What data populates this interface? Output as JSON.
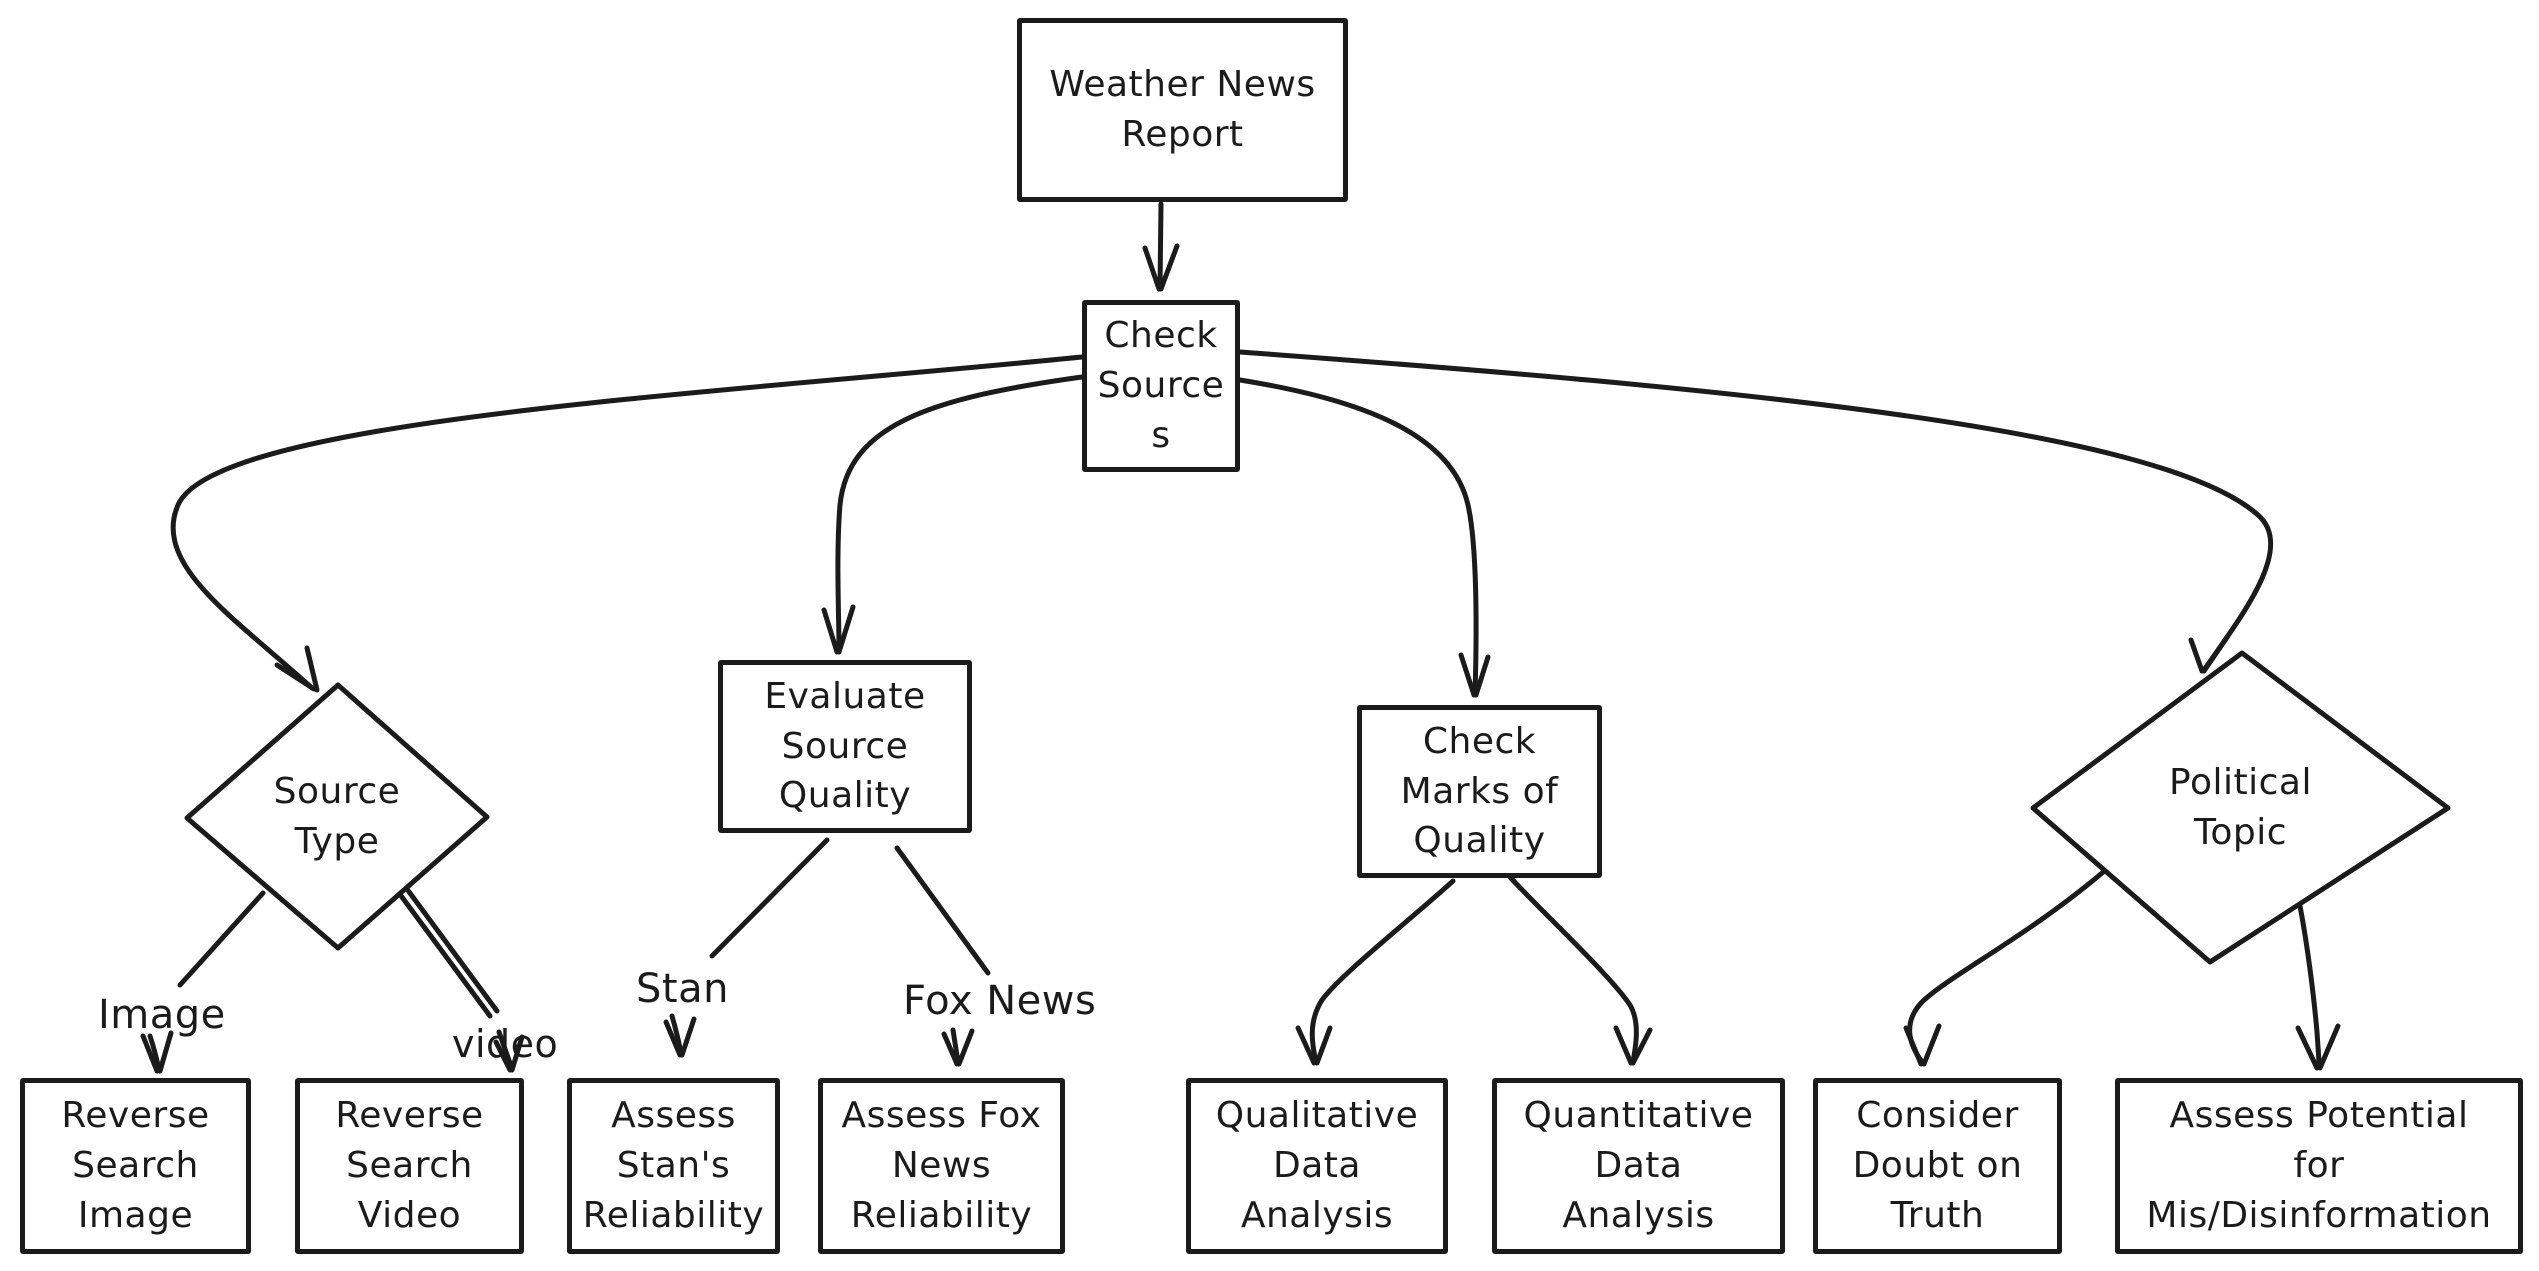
{
  "diagram": {
    "background_color": "#ffffff",
    "stroke_color": "#1b1b1b",
    "nodes": {
      "weather_news_report": {
        "shape": "rectangle",
        "label": [
          "Weather News",
          "Report"
        ]
      },
      "check_sources": {
        "shape": "rectangle",
        "label": [
          "Check",
          "Source",
          "s"
        ]
      },
      "source_type": {
        "shape": "diamond",
        "label": [
          "Source",
          "Type"
        ]
      },
      "evaluate_source_quality": {
        "shape": "rectangle",
        "label": [
          "Evaluate",
          "Source",
          "Quality"
        ]
      },
      "check_marks_of_quality": {
        "shape": "rectangle",
        "label": [
          "Check",
          "Marks of",
          "Quality"
        ]
      },
      "political_topic": {
        "shape": "diamond",
        "label": [
          "Political",
          "Topic"
        ]
      },
      "reverse_search_image": {
        "shape": "rectangle",
        "label": [
          "Reverse",
          "Search",
          "Image"
        ]
      },
      "reverse_search_video": {
        "shape": "rectangle",
        "label": [
          "Reverse",
          "Search",
          "Video"
        ]
      },
      "assess_stans_reliability": {
        "shape": "rectangle",
        "label": [
          "Assess",
          "Stan's",
          "Reliability"
        ]
      },
      "assess_fox_news_reliability": {
        "shape": "rectangle",
        "label": [
          "Assess Fox",
          "News",
          "Reliability"
        ]
      },
      "qualitative_data_analysis": {
        "shape": "rectangle",
        "label": [
          "Qualitative",
          "Data",
          "Analysis"
        ]
      },
      "quantitative_data_analysis": {
        "shape": "rectangle",
        "label": [
          "Quantitative",
          "Data",
          "Analysis"
        ]
      },
      "consider_doubt_on_truth": {
        "shape": "rectangle",
        "label": [
          "Consider",
          "Doubt on",
          "Truth"
        ]
      },
      "assess_potential_mis_disinformation": {
        "shape": "rectangle",
        "label": [
          "Assess Potential",
          "for",
          "Mis/Disinformation"
        ]
      }
    },
    "edges": [
      {
        "from": "weather_news_report",
        "to": "check_sources",
        "label": ""
      },
      {
        "from": "check_sources",
        "to": "source_type",
        "label": ""
      },
      {
        "from": "check_sources",
        "to": "evaluate_source_quality",
        "label": ""
      },
      {
        "from": "check_sources",
        "to": "check_marks_of_quality",
        "label": ""
      },
      {
        "from": "check_sources",
        "to": "political_topic",
        "label": ""
      },
      {
        "from": "source_type",
        "to": "reverse_search_image",
        "label": "Image"
      },
      {
        "from": "source_type",
        "to": "reverse_search_video",
        "label": "video"
      },
      {
        "from": "evaluate_source_quality",
        "to": "assess_stans_reliability",
        "label": "Stan"
      },
      {
        "from": "evaluate_source_quality",
        "to": "assess_fox_news_reliability",
        "label": "Fox News"
      },
      {
        "from": "check_marks_of_quality",
        "to": "qualitative_data_analysis",
        "label": ""
      },
      {
        "from": "check_marks_of_quality",
        "to": "quantitative_data_analysis",
        "label": ""
      },
      {
        "from": "political_topic",
        "to": "consider_doubt_on_truth",
        "label": ""
      },
      {
        "from": "political_topic",
        "to": "assess_potential_mis_disinformation",
        "label": ""
      }
    ]
  }
}
